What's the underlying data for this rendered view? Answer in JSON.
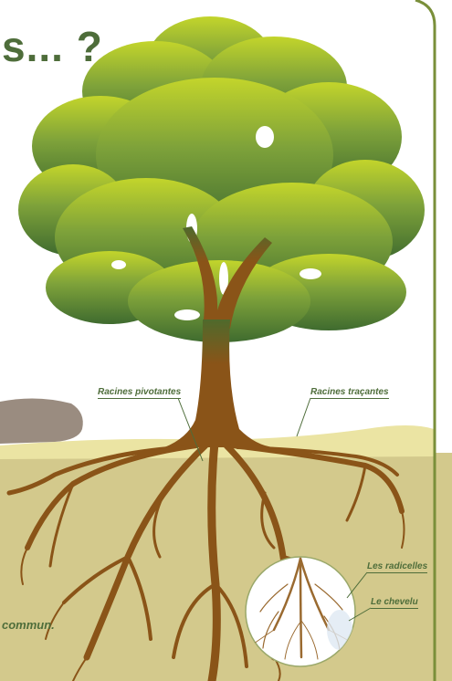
{
  "title": "s... ?",
  "labels": {
    "taproots": "Racines pivotantes",
    "lateral_roots": "Racines traçantes",
    "rootlets": "Les radicelles",
    "root_hairs": "Le chevelu"
  },
  "caption": "commun.",
  "colors": {
    "title_green": "#4e6d3a",
    "foliage_light": "#c3d52b",
    "foliage_dark": "#3f6b2f",
    "trunk_brown": "#8a5418",
    "soil": "#d3c98c",
    "grass_band": "#ebe4a3",
    "rock": "#9a8c80",
    "frame": "#7a8f3a"
  }
}
